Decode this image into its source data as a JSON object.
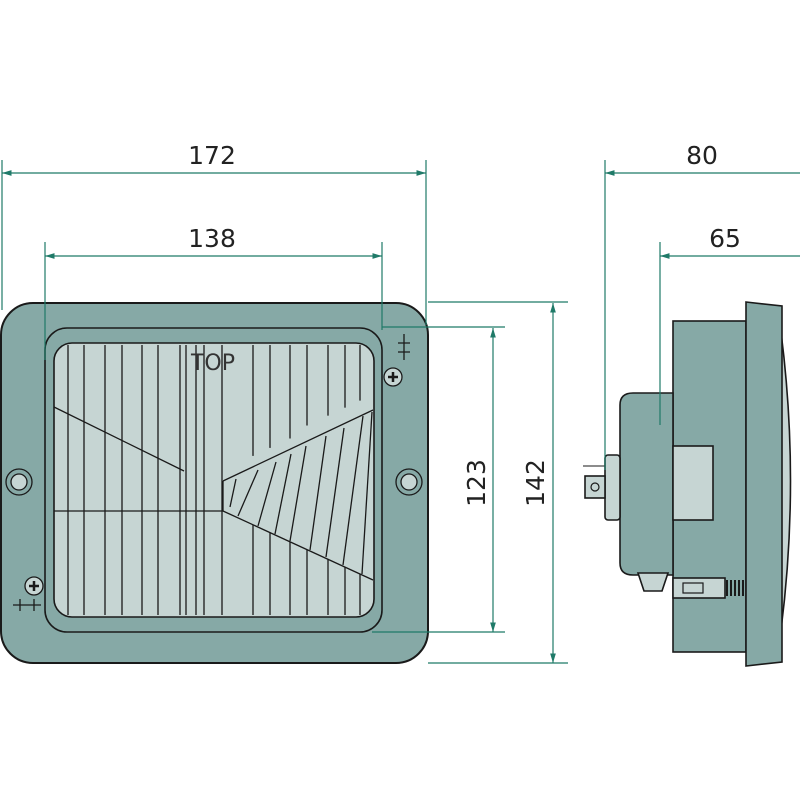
{
  "diagram": {
    "front_view": {
      "label_top": "TOP",
      "dimensions": {
        "overall_width": "172",
        "lens_width": "138",
        "lens_height": "123",
        "overall_height": "142"
      }
    },
    "side_view": {
      "dimensions": {
        "overall_depth": "80",
        "body_depth": "65"
      }
    },
    "colors": {
      "housing": "#86a9a6",
      "lens": "#c6d5d3",
      "dimension_line": "#1f7a68",
      "outline": "#1a1a1a"
    }
  }
}
